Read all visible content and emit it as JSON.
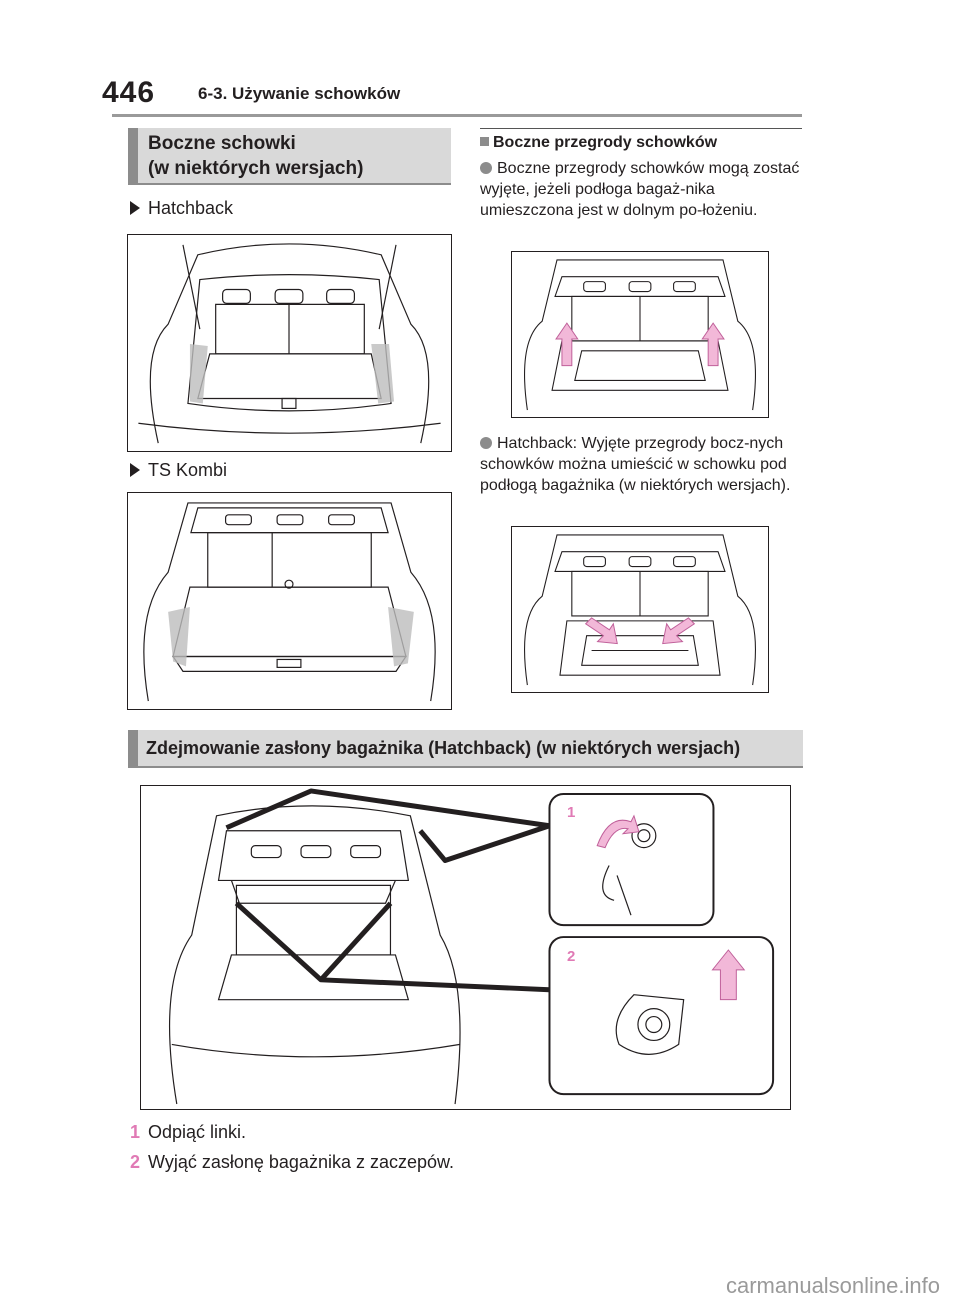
{
  "header": {
    "page_number": "446",
    "section": "6-3. Używanie schowków"
  },
  "side_storage": {
    "title_line1": "Boczne schowki",
    "title_line2": "(w niektórych wersjach)",
    "hatchback_label": "Hatchback",
    "kombi_label": "TS Kombi"
  },
  "partitions": {
    "heading": "Boczne przegrody schowków",
    "bullet1": "Boczne przegrody schowków mogą zostać wyjęte, jeżeli podłoga bagaż-nika umieszczona jest w dolnym po-łożeniu.",
    "bullet2": "Hatchback: Wyjęte przegrody bocz-nych schowków można umieścić w schowku pod podłogą bagażnika (w niektórych wersjach)."
  },
  "removal": {
    "title": "Zdejmowanie zasłony bagażnika (Hatchback) (w niektórych wersjach)",
    "callout1": "1",
    "callout2": "2",
    "steps": [
      {
        "num": "1",
        "text": "Odpiąć linki."
      },
      {
        "num": "2",
        "text": "Wyjąć zasłonę bagażnika z zaczepów."
      }
    ]
  },
  "footer": {
    "watermark": "carmanualsonline.info"
  },
  "colors": {
    "accent": "#e07ab5",
    "heading_bg": "#d9d9d9",
    "heading_bar": "#8c8c8c"
  }
}
